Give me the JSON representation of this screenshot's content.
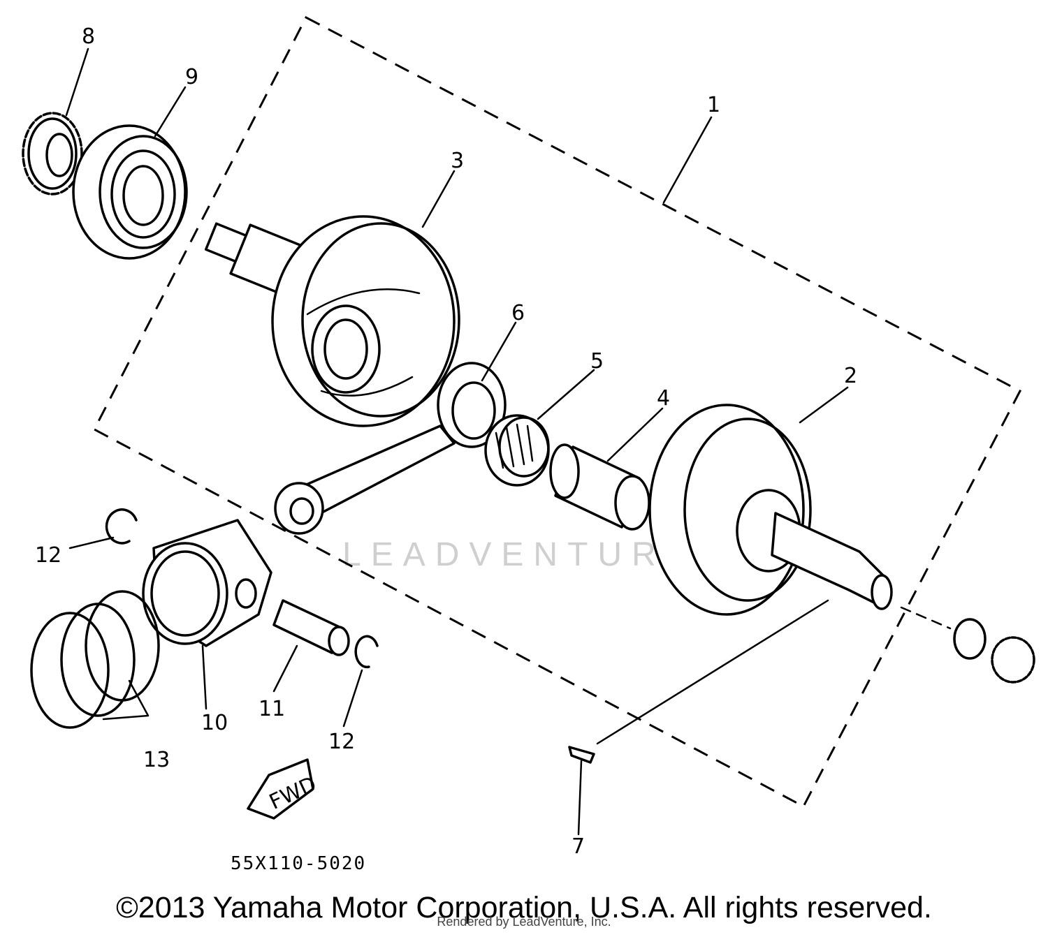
{
  "diagram": {
    "callouts": {
      "c1": "1",
      "c2": "2",
      "c3": "3",
      "c4": "4",
      "c5": "5",
      "c6": "6",
      "c7": "7",
      "c8": "8",
      "c9": "9",
      "c10": "10",
      "c11": "11",
      "c12a": "12",
      "c12b": "12",
      "c13": "13"
    },
    "fwd_label": "FWD",
    "part_number": "55X110-5020",
    "watermark": "LEADVENTURE"
  },
  "footer": {
    "copyright": "©2013 Yamaha Motor Corporation, U.S.A. All rights reserved.",
    "rendered_by": "Rendered by LeadVenture, Inc."
  }
}
